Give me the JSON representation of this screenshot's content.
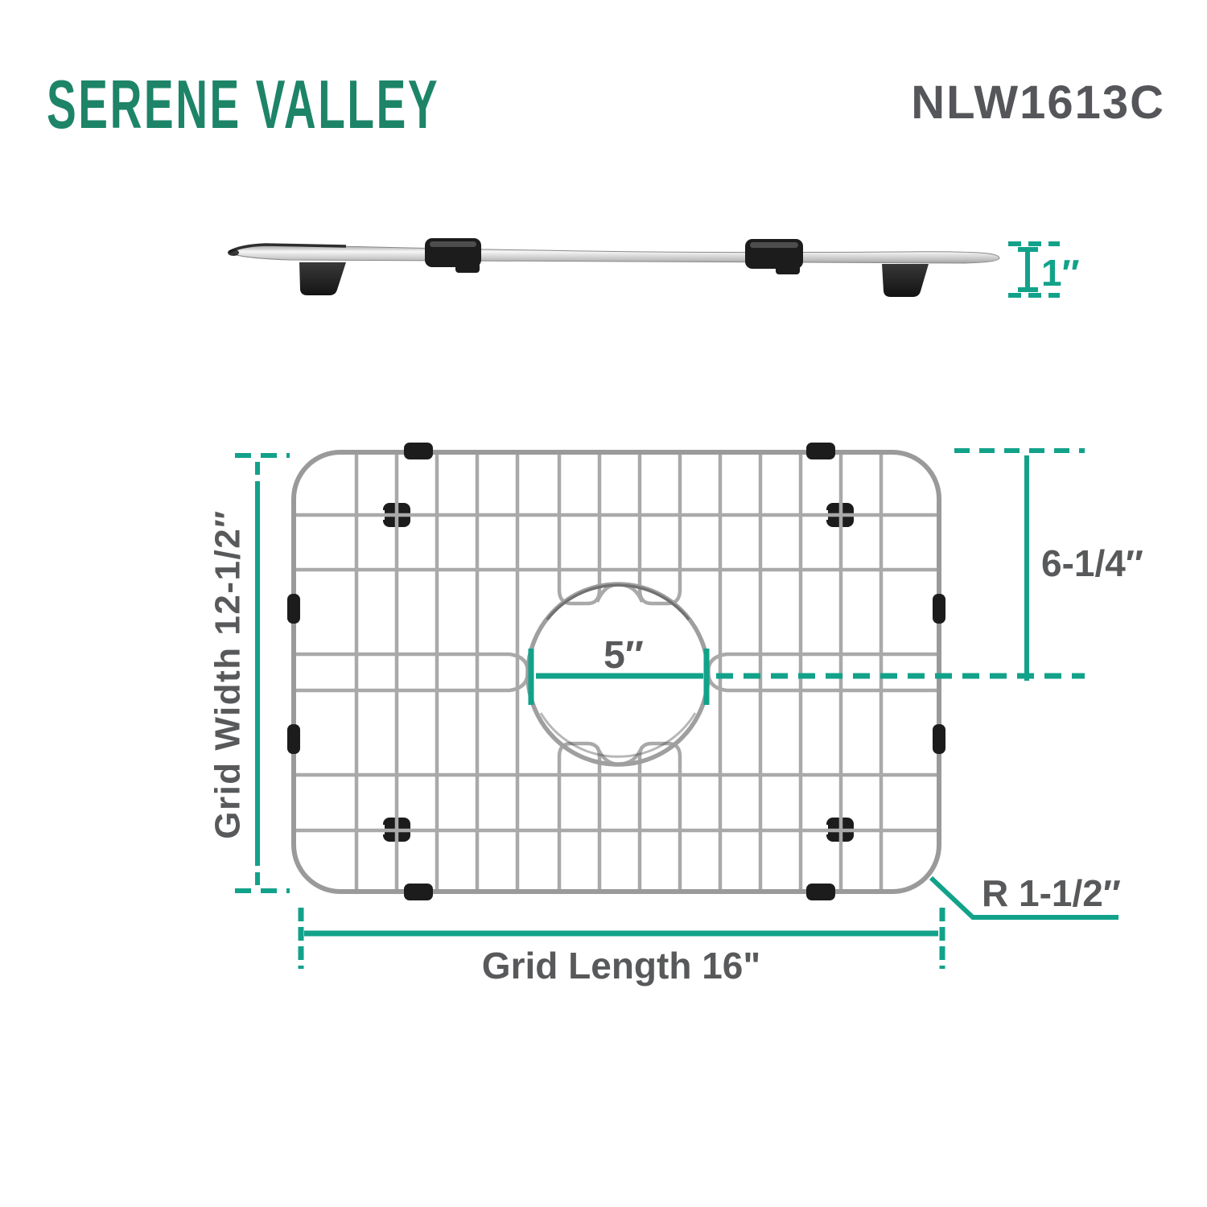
{
  "header": {
    "brand": "SERENE VALLEY",
    "model": "NLW1613C"
  },
  "labels": {
    "height": "1″",
    "grid_width": "Grid Width 12-1/2″",
    "drain_offset": "6-1/4″",
    "drain_diameter": "5″",
    "corner_radius": "R 1-1/2″",
    "grid_length": "Grid Length 16\""
  },
  "colors": {
    "brand_teal": "#1d8468",
    "dimension_teal": "#12a28a",
    "label_gray": "#58595b",
    "model_gray": "#55565a"
  }
}
